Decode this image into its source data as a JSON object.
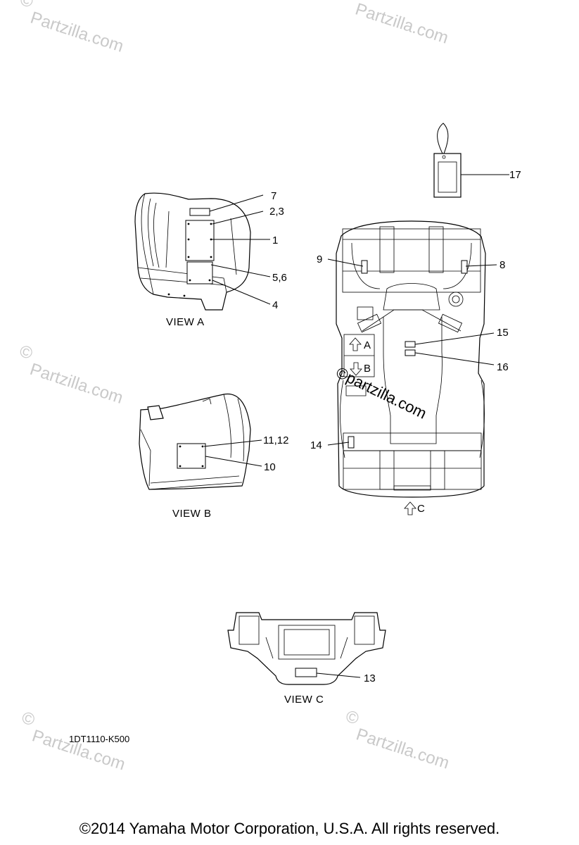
{
  "watermark": {
    "text": "Partzilla.com",
    "symbol": "©"
  },
  "center_watermark": "©partzilla.com",
  "callouts": [
    "1",
    "2,3",
    "4",
    "5,6",
    "7",
    "8",
    "9",
    "10",
    "11,12",
    "13",
    "14",
    "15",
    "16",
    "17"
  ],
  "views": {
    "a": "VIEW A",
    "b": "VIEW B",
    "c": "VIEW C"
  },
  "arrows": {
    "a": "A",
    "b": "B",
    "c": "C"
  },
  "part_code": "1DT1110-K500",
  "copyright": "©2014 Yamaha Motor Corporation, U.S.A. All rights reserved."
}
